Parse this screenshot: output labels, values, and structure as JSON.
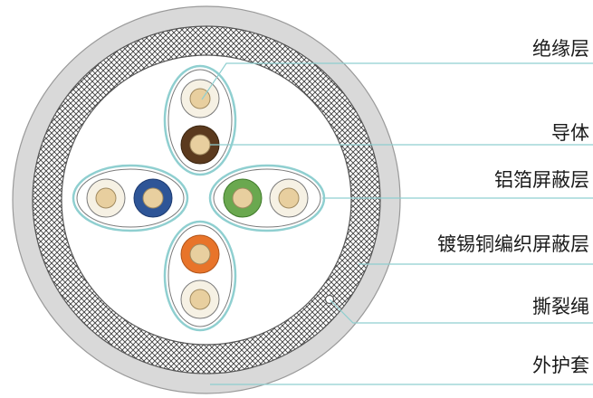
{
  "labels": {
    "insulation": "绝缘层",
    "conductor": "导体",
    "foil_shield": "铝箔屏蔽层",
    "braid_shield": "镀锡铜编织屏蔽层",
    "rip_cord": "撕裂绳",
    "jacket": "外护套"
  },
  "colors": {
    "jacket": "#d9d9d9",
    "braid_fill": "#ffffff",
    "braid_line": "#404040",
    "foil": "#8fcfd0",
    "leader_line": "#8fcfd0",
    "insulation": "#f6f1e4",
    "conductor_core": "#e8cf9f",
    "pair_brown": "#5b3a1e",
    "pair_blue": "#2e5597",
    "pair_green": "#6aa84f",
    "pair_orange": "#e8742a",
    "text": "#1a1a1a"
  }
}
